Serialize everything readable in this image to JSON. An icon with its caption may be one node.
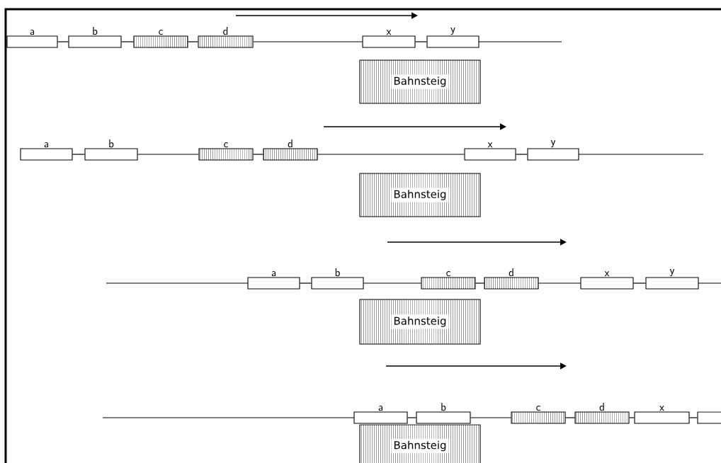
{
  "diagram": {
    "nodes": [
      {
        "text": [
          "a"
        ]
      },
      {
        "text": [
          "b"
        ]
      },
      {
        "text": [
          "c"
        ]
      },
      {
        "text": [
          "d"
        ]
      },
      {
        "text": [
          "x"
        ]
      },
      {
        "text": [
          "y"
        ]
      },
      {
        "text": [
          "Bahnsteig"
        ]
      },
      {
        "text": [
          "a"
        ]
      },
      {
        "text": [
          "b"
        ]
      },
      {
        "text": [
          "c"
        ]
      },
      {
        "text": [
          "d"
        ]
      },
      {
        "text": [
          "x"
        ]
      },
      {
        "text": [
          "y"
        ]
      },
      {
        "text": [
          "Bahnsteig"
        ]
      },
      {
        "text": [
          "a"
        ]
      },
      {
        "text": [
          "b"
        ]
      },
      {
        "text": [
          "c"
        ]
      },
      {
        "text": [
          "d"
        ]
      },
      {
        "text": [
          "x"
        ]
      },
      {
        "text": [
          "y"
        ]
      },
      {
        "text": [
          "Bahnsteig"
        ]
      },
      {
        "text": [
          "a"
        ]
      },
      {
        "text": [
          "b"
        ]
      },
      {
        "text": [
          "c"
        ]
      },
      {
        "text": [
          "d"
        ]
      },
      {
        "text": [
          "x"
        ]
      },
      {
        "text": [],
        "shape": "box"
      },
      {
        "text": [
          "Bahnsteig"
        ]
      }
    ],
    "edges": [
      {
        "from": 0,
        "to": 1,
        "arrow": "none"
      },
      {
        "from": 1,
        "to": 2,
        "arrow": "none"
      },
      {
        "from": 2,
        "to": 3,
        "arrow": "none"
      },
      {
        "from": 3,
        "to": 4,
        "arrow": "none"
      },
      {
        "from": 4,
        "to": 5,
        "arrow": "none"
      },
      {
        "from": 7,
        "to": 8,
        "arrow": "none"
      },
      {
        "from": 8,
        "to": 9,
        "arrow": "none"
      },
      {
        "from": 9,
        "to": 10,
        "arrow": "none"
      },
      {
        "from": 10,
        "to": 11,
        "arrow": "none"
      },
      {
        "from": 11,
        "to": 12,
        "arrow": "none"
      },
      {
        "from": 14,
        "to": 15,
        "arrow": "none"
      },
      {
        "from": 15,
        "to": 16,
        "arrow": "none"
      },
      {
        "from": 16,
        "to": 17,
        "arrow": "none"
      },
      {
        "from": 17,
        "to": 18,
        "arrow": "none"
      },
      {
        "from": 18,
        "to": 19,
        "arrow": "none"
      },
      {
        "from": 21,
        "to": 22,
        "arrow": "none"
      },
      {
        "from": 22,
        "to": 23,
        "arrow": "none"
      },
      {
        "from": 23,
        "to": 24,
        "arrow": "none"
      },
      {
        "from": 24,
        "to": 25,
        "arrow": "none"
      },
      {
        "from": 25,
        "to": 26,
        "arrow": "none"
      }
    ]
  }
}
